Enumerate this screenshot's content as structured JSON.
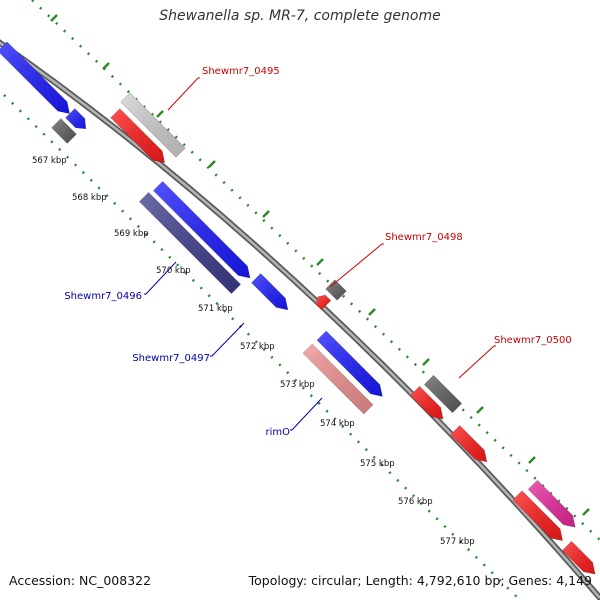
{
  "title": "Shewanella sp. MR-7, complete genome",
  "footer": {
    "accession": "Accession: NC_008322",
    "summary": "Topology: circular; Length: 4,792,610 bp; Genes: 4,149"
  },
  "colors": {
    "backbone": "#8c8c8c",
    "tick": "#2a8a2a",
    "forward_label": "#cc0000",
    "reverse_label": "#0000aa",
    "red": "#ff1a1a",
    "blue": "#1a1aff",
    "grey": "#606060",
    "lightgrey": "#d0d0d0",
    "navy": "#3c3c8c",
    "pink": "#f09090",
    "magenta": "#e8289c"
  },
  "kbp_ticks": [
    "567 kbp",
    "568 kbp",
    "569 kbp",
    "570 kbp",
    "571 kbp",
    "572 kbp",
    "573 kbp",
    "574 kbp",
    "575 kbp",
    "576 kbp",
    "577 kbp"
  ],
  "gene_labels": [
    {
      "text": "Shewmr7_0495",
      "strand": "forward"
    },
    {
      "text": "Shewmr7_0498",
      "strand": "forward"
    },
    {
      "text": "Shewmr7_0500",
      "strand": "forward"
    },
    {
      "text": "Shewmr7_0496",
      "strand": "reverse"
    },
    {
      "text": "Shewmr7_0497",
      "strand": "reverse"
    },
    {
      "text": "rimO",
      "strand": "reverse"
    }
  ]
}
